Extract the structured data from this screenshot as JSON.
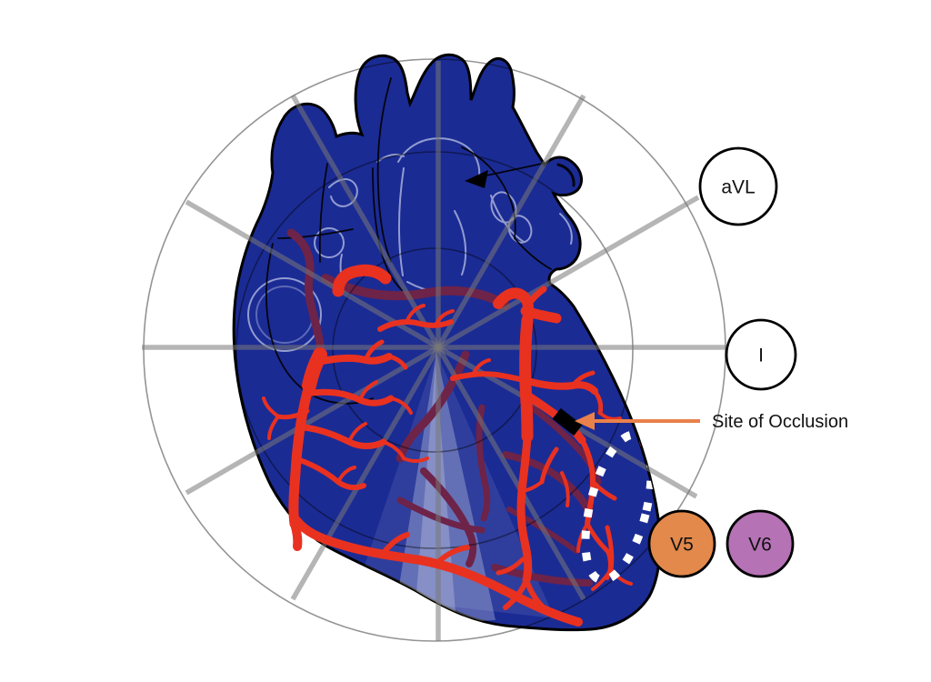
{
  "page": {
    "background": "#FFFFFF"
  },
  "figure": {
    "name": "Heart coronary occlusion and ECG lead diagram",
    "heart": {
      "body_color": "#1B2B94",
      "artery_bright_color": "#E93120",
      "artery_dark_color": "#6E2348",
      "outline_color": "#000000",
      "inner_line_color": "#A7B1DB"
    },
    "grid": {
      "spoke_color": "#787878",
      "circle_color": "#000000"
    },
    "ischemia_outline": {
      "style": "dotted",
      "color": "#FFFFFF"
    },
    "occlusion": {
      "label": "Site of Occlusion",
      "marker_color": "#000000",
      "arrow_color": "#E8814B",
      "label_color": "#111111"
    },
    "leads": [
      {
        "id": "aVL",
        "label": "aVL",
        "fill": "#FFFFFF"
      },
      {
        "id": "I",
        "label": "I",
        "fill": "#FFFFFF"
      },
      {
        "id": "V5",
        "label": "V5",
        "fill": "#E2894B"
      },
      {
        "id": "V6",
        "label": "V6",
        "fill": "#B572B5"
      }
    ]
  }
}
